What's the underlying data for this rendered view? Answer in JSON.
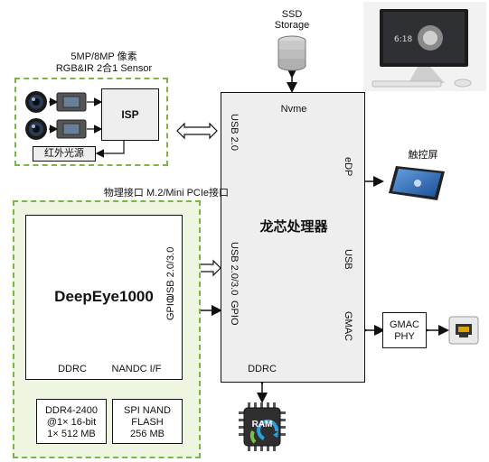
{
  "sensor_group": {
    "title_line1": "5MP/8MP 像素",
    "title_line2": "RGB&IR 2合1 Sensor",
    "isp": "ISP",
    "ir_light": "红外光源"
  },
  "storage": {
    "line1": "SSD",
    "line2": "Storage"
  },
  "processor": {
    "name": "龙芯处理器",
    "nvme": "Nvme",
    "usb20_top": "USB 2.0",
    "usb2030": "USB 2.0/3.0",
    "gpio": "GPIO",
    "edp": "eDP",
    "usb": "USB",
    "gmac": "GMAC",
    "ddrc": "DDRC"
  },
  "touchscreen": {
    "label": "触控屏"
  },
  "gmac_phy": {
    "line1": "GMAC",
    "line2": "PHY"
  },
  "interface": {
    "label": "物理接口 M.2/Mini PCIe接口"
  },
  "deepeye": {
    "name": "DeepEye1000",
    "usb2030": "USB 2.0/3.0",
    "gpio": "GPIO",
    "ddrc": "DDRC",
    "nandc": "NANDC I/F"
  },
  "ddr": {
    "line1": "DDR4-2400",
    "line2": "@1× 16-bit",
    "line3": "1× 512 MB"
  },
  "flash": {
    "line1": "SPI NAND",
    "line2": "FLASH",
    "line3": "256 MB"
  },
  "ram_chip": {
    "label": "RAM"
  }
}
